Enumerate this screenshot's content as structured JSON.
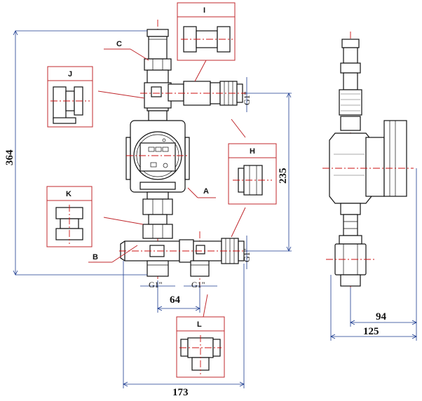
{
  "dimensions": {
    "height_total": "364",
    "height_outlets": "235",
    "width_offset": "64",
    "width_total": "173",
    "side_inner": "94",
    "side_outer": "125"
  },
  "threads": {
    "top_right": "G1\"",
    "bottom_right": "G1\"",
    "bottom_left": "G1\"",
    "bottom_mid": "G1\""
  },
  "callouts": {
    "A": "A",
    "B": "B",
    "C": "C",
    "H": "H",
    "I": "I",
    "J": "J",
    "K": "K",
    "L": "L"
  },
  "colors": {
    "outline": "#111111",
    "centerline": "#cc1111",
    "dimension": "#1a3a8f",
    "callout": "#c0282d"
  }
}
